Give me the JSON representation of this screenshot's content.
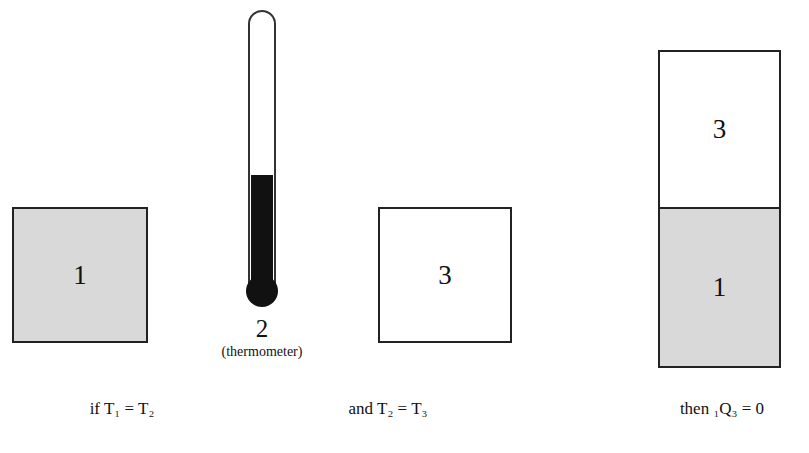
{
  "diagram": {
    "nodes": [
      {
        "text": [
          "1"
        ]
      },
      {
        "text": [
          "3"
        ]
      },
      {
        "text": [
          "3"
        ]
      },
      {
        "text": [
          "1"
        ]
      }
    ],
    "edges": [
      {
        "from": 2,
        "to": 3,
        "arrow": "both"
      }
    ],
    "labels": [
      "2",
      "(thermometer)",
      "if T₁ = T₂",
      "and T₂ = T₃",
      "then ₁Q₃ = 0"
    ]
  }
}
